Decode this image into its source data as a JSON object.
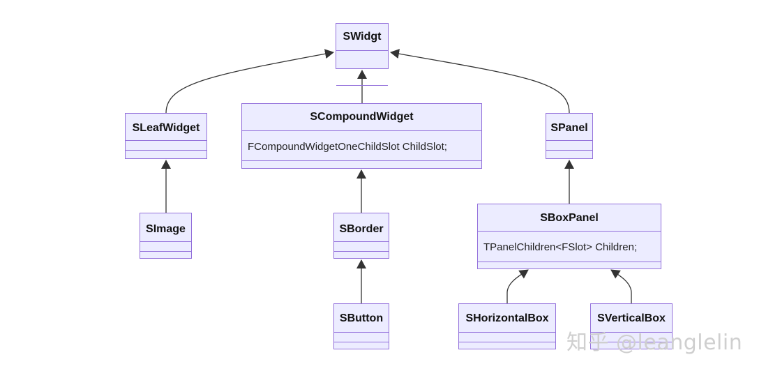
{
  "classes": [
    {
      "id": "swidgt",
      "name": "SWidgt",
      "attributes": []
    },
    {
      "id": "sleafwidget",
      "name": "SLeafWidget",
      "attributes": []
    },
    {
      "id": "scompoundwidget",
      "name": "SCompoundWidget",
      "attributes": [
        "FCompoundWidgetOneChildSlot ChildSlot;"
      ]
    },
    {
      "id": "spanel",
      "name": "SPanel",
      "attributes": []
    },
    {
      "id": "simage",
      "name": "SImage",
      "attributes": []
    },
    {
      "id": "sborder",
      "name": "SBorder",
      "attributes": []
    },
    {
      "id": "sboxpanel",
      "name": "SBoxPanel",
      "attributes": [
        "TPanelChildren<FSlot> Children;"
      ]
    },
    {
      "id": "sbutton",
      "name": "SButton",
      "attributes": []
    },
    {
      "id": "shorizontalbox",
      "name": "SHorizontalBox",
      "attributes": []
    },
    {
      "id": "sverticalbox",
      "name": "SVerticalBox",
      "attributes": []
    }
  ],
  "relations": [
    {
      "from": "sleafwidget",
      "to": "swidgt",
      "type": "inheritance"
    },
    {
      "from": "scompoundwidget",
      "to": "swidgt",
      "type": "inheritance"
    },
    {
      "from": "spanel",
      "to": "swidgt",
      "type": "inheritance"
    },
    {
      "from": "simage",
      "to": "sleafwidget",
      "type": "inheritance"
    },
    {
      "from": "sborder",
      "to": "scompoundwidget",
      "type": "inheritance"
    },
    {
      "from": "sbutton",
      "to": "sborder",
      "type": "inheritance"
    },
    {
      "from": "sboxpanel",
      "to": "spanel",
      "type": "inheritance"
    },
    {
      "from": "shorizontalbox",
      "to": "sboxpanel",
      "type": "inheritance"
    },
    {
      "from": "sverticalbox",
      "to": "sboxpanel",
      "type": "inheritance"
    }
  ],
  "colors": {
    "box_fill": "#ECECFF",
    "box_border": "#9370DB",
    "edge": "#333333",
    "watermark": "#CFCFCF"
  },
  "watermark": {
    "text": "知乎 @leanglelin"
  }
}
